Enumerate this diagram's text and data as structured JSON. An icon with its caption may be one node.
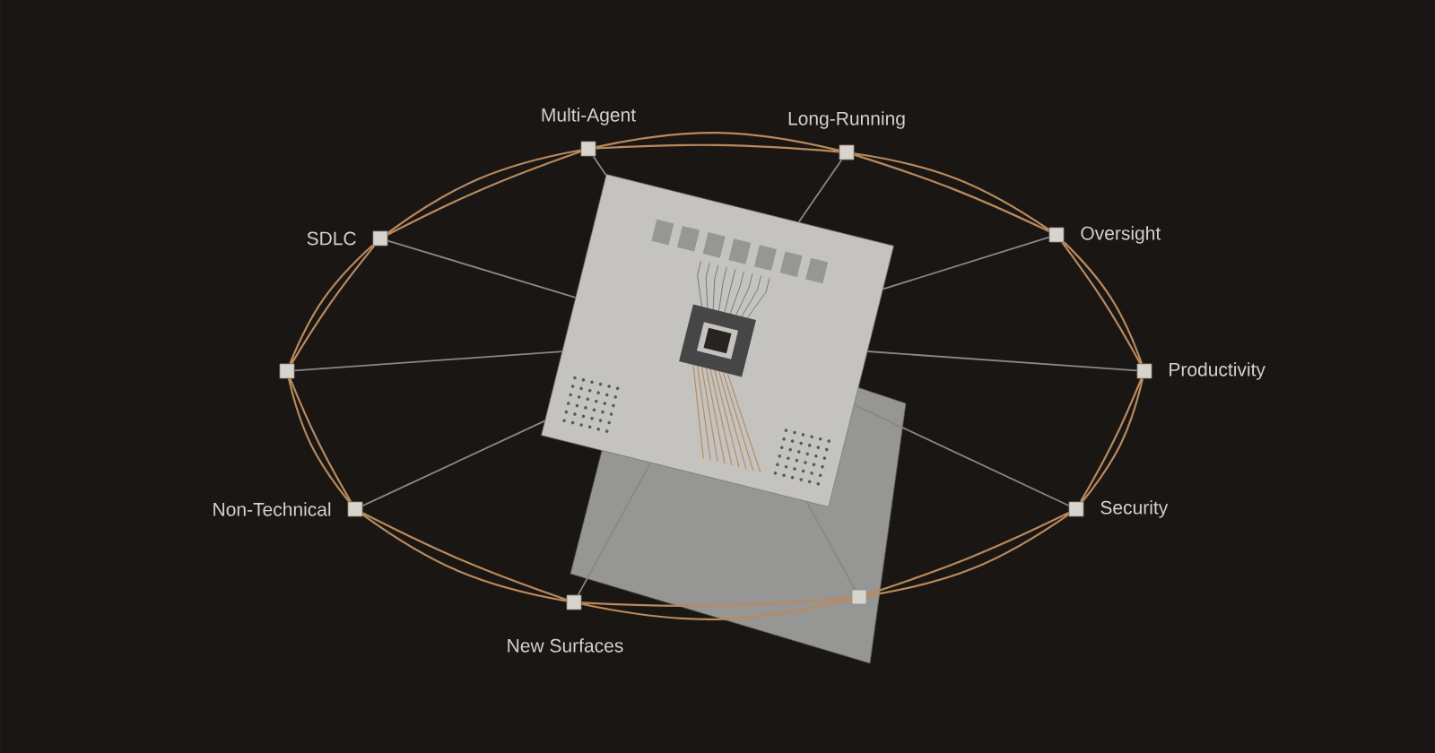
{
  "diagram": {
    "nodes": [
      {
        "text": [],
        "shape": "picture"
      },
      {
        "text": [],
        "shape": "box",
        "beside": [
          "Multi-Agent"
        ]
      },
      {
        "text": [],
        "shape": "box",
        "beside": [
          "Long-Running"
        ]
      },
      {
        "text": [],
        "shape": "box",
        "beside": [
          "Oversight"
        ]
      },
      {
        "text": [],
        "shape": "box",
        "beside": [
          "Productivity"
        ]
      },
      {
        "text": [],
        "shape": "box",
        "beside": [
          "Security"
        ]
      },
      {
        "text": [],
        "shape": "box"
      },
      {
        "text": [],
        "shape": "box",
        "beside": [
          "New Surfaces"
        ]
      },
      {
        "text": [],
        "shape": "box",
        "beside": [
          "Non-Technical"
        ]
      },
      {
        "text": [],
        "shape": "box"
      },
      {
        "text": [],
        "shape": "box",
        "beside": [
          "SDLC"
        ]
      }
    ],
    "edges": [
      {
        "from": 1,
        "to": 0,
        "arrow": "none",
        "color": "#8a8784"
      },
      {
        "from": 2,
        "to": 0,
        "arrow": "none",
        "color": "#8a8784"
      },
      {
        "from": 3,
        "to": 0,
        "arrow": "none",
        "color": "#8a8784"
      },
      {
        "from": 4,
        "to": 0,
        "arrow": "none",
        "color": "#8a8784"
      },
      {
        "from": 5,
        "to": 0,
        "arrow": "none",
        "color": "#8a8784"
      },
      {
        "from": 6,
        "to": 0,
        "arrow": "none",
        "color": "#8a8784"
      },
      {
        "from": 7,
        "to": 0,
        "arrow": "none",
        "color": "#8a8784"
      },
      {
        "from": 8,
        "to": 0,
        "arrow": "none",
        "color": "#8a8784"
      },
      {
        "from": 9,
        "to": 0,
        "arrow": "none",
        "color": "#8a8784"
      },
      {
        "from": 10,
        "to": 0,
        "arrow": "none",
        "color": "#8a8784"
      },
      {
        "from": 1,
        "to": 2,
        "arrow": "none",
        "color": "#b98a5e"
      },
      {
        "from": 2,
        "to": 3,
        "arrow": "none",
        "color": "#b98a5e"
      },
      {
        "from": 3,
        "to": 4,
        "arrow": "none",
        "color": "#b98a5e"
      },
      {
        "from": 4,
        "to": 5,
        "arrow": "none",
        "color": "#b98a5e"
      },
      {
        "from": 5,
        "to": 6,
        "arrow": "none",
        "color": "#b98a5e"
      },
      {
        "from": 6,
        "to": 7,
        "arrow": "none",
        "color": "#b98a5e"
      },
      {
        "from": 7,
        "to": 8,
        "arrow": "none",
        "color": "#b98a5e"
      },
      {
        "from": 8,
        "to": 9,
        "arrow": "none",
        "color": "#b98a5e"
      },
      {
        "from": 9,
        "to": 10,
        "arrow": "none",
        "color": "#b98a5e"
      },
      {
        "from": 10,
        "to": 1,
        "arrow": "none",
        "color": "#b98a5e"
      }
    ]
  }
}
